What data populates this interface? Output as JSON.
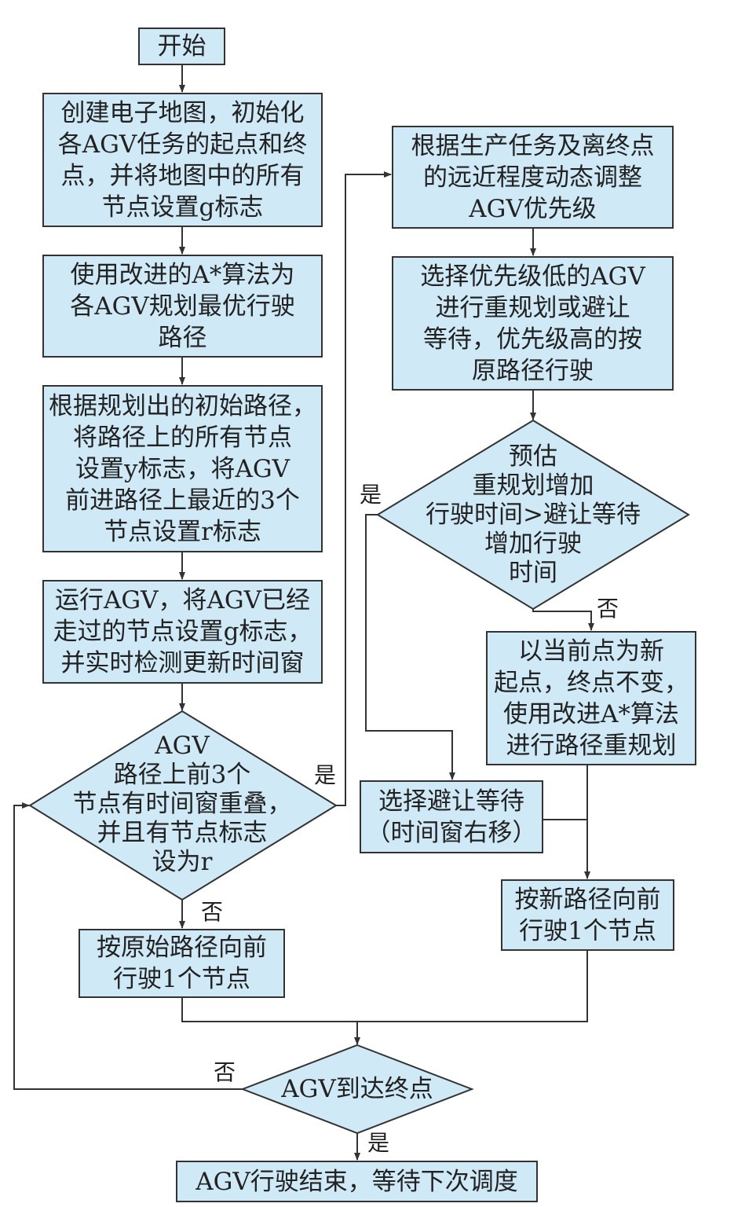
{
  "nodes": {
    "start": "开始",
    "create_map": "创建电子地图，初始化\n各AGV任务的起点和终\n点，并将地图中的所有\n节点设置g标志",
    "astar_plan": "使用改进的A*算法为\n各AGV规划最优行驶\n路径",
    "set_flags": "根据规划出的初始路径，\n将路径上的所有节点\n设置y标志，将AGV\n前进路径上最近的3个\n节点设置r标志",
    "run_agv": "运行AGV，将AGV已经\n走过的节点设置g标志，\n并实时检测更新时间窗",
    "check_overlap": "AGV\n路径上前3个\n节点有时间窗重叠，\n并且有节点标志\n设为r",
    "move_original": "按原始路径向前\n行驶1个节点",
    "adjust_priority": "根据生产任务及离终点\n的远近程度动态调整\nAGV优先级",
    "select_low": "选择优先级低的AGV\n进行重规划或避让\n等待，优先级高的按\n原路径行驶",
    "estimate": "预估\n重规划增加\n行驶时间>避让等待\n增加行驶\n时间",
    "replan": "以当前点为新\n起点，终点不变，\n使用改进A*算法\n进行路径重规划",
    "wait": "选择避让等待\n（时间窗右移）",
    "move_new": "按新路径向前\n行驶1个节点",
    "reach_end": "AGV到达终点",
    "finish": "AGV行驶结束，等待下次调度"
  },
  "labels": {
    "yes": "是",
    "no": "否"
  },
  "colors": {
    "node_fill": "#cfe9f6",
    "stroke": "#333333"
  }
}
